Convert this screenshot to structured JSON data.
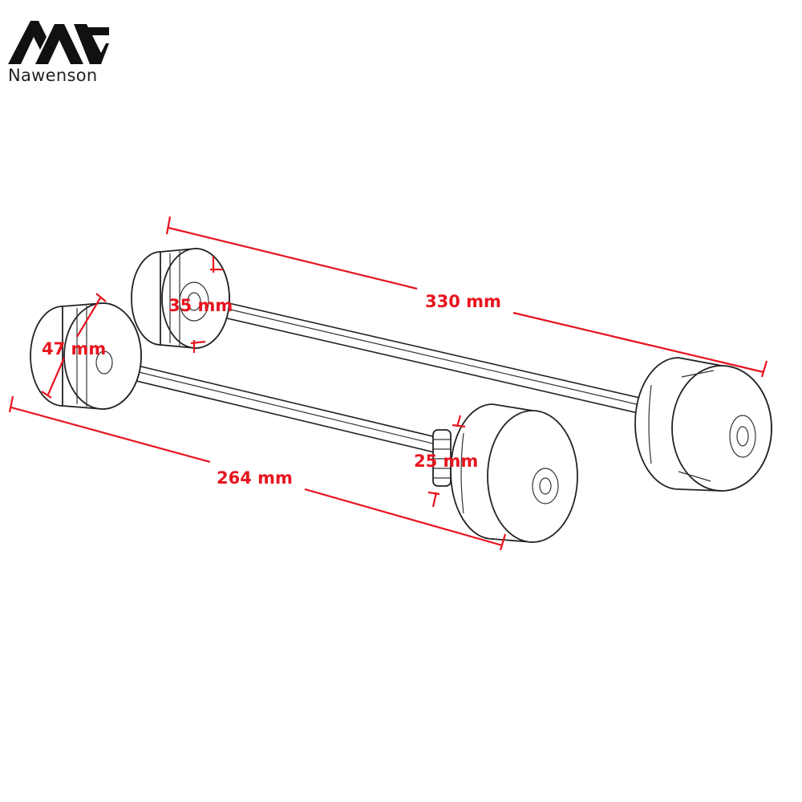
{
  "brand": {
    "name": "Nawenson",
    "logo_icon": "axe-monogram-logo"
  },
  "dimensions": {
    "long_axle_length": "330 mm",
    "short_axle_length": "264 mm",
    "slider_diameter_large": "47 mm",
    "slider_diameter_small": "35 mm",
    "slider_thickness": "25 mm"
  },
  "colors": {
    "dimension_color": "#e8141e",
    "outline_color": "#222222",
    "background": "#ffffff"
  }
}
